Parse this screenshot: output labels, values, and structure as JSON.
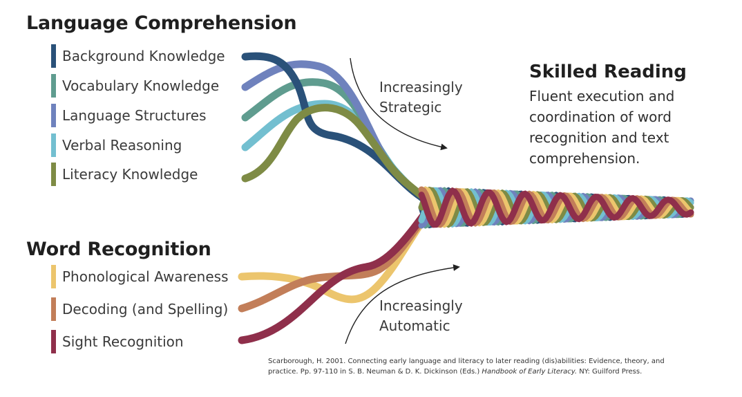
{
  "language_comprehension": {
    "heading": "Language Comprehension",
    "strands": [
      {
        "label": "Background Knowledge",
        "color": "#2a5179"
      },
      {
        "label": "Vocabulary Knowledge",
        "color": "#5f9c8f"
      },
      {
        "label": "Language Structures",
        "color": "#6f82bd"
      },
      {
        "label": "Verbal Reasoning",
        "color": "#73bfd0"
      },
      {
        "label": "Literacy Knowledge",
        "color": "#7e8b45"
      }
    ]
  },
  "word_recognition": {
    "heading": "Word Recognition",
    "strands": [
      {
        "label": "Phonological Awareness",
        "color": "#ecc56d"
      },
      {
        "label": "Decoding (and Spelling)",
        "color": "#c27e59"
      },
      {
        "label": "Sight Recognition",
        "color": "#8f2f4b"
      }
    ]
  },
  "arrows": {
    "strategic": {
      "line1": "Increasingly",
      "line2": "Strategic"
    },
    "automatic": {
      "line1": "Increasingly",
      "line2": "Automatic"
    }
  },
  "skilled_reading": {
    "title": "Skilled Reading",
    "description": "Fluent execution and coordination of word recognition and text comprehension."
  },
  "citation": {
    "pre": "Scarborough, H. 2001. Connecting early language and literacy to later reading (dis)abilities: Evidence, theory, and practice. Pp. 97-110 in S. B. Neuman & D. K. Dickinson (Eds.) ",
    "book": "Handbook of Early Literacy.",
    "post": " NY: Guilford Press."
  }
}
